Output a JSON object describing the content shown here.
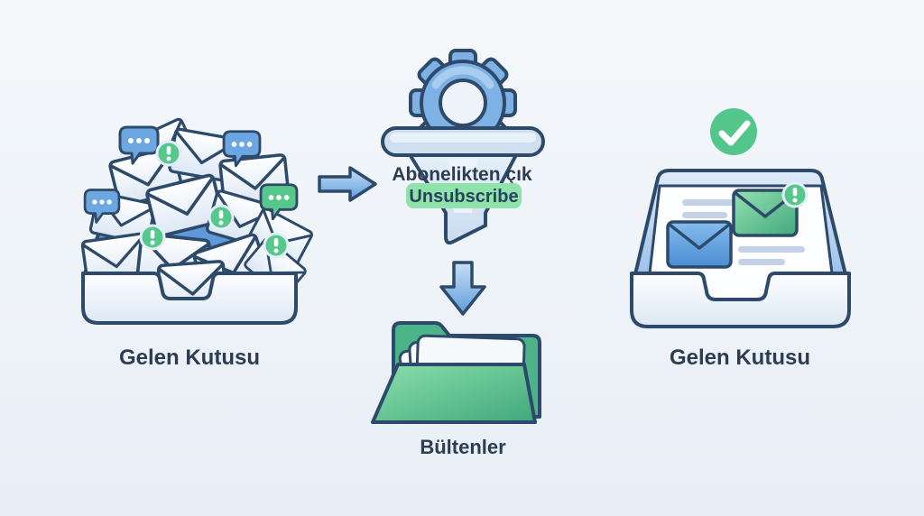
{
  "palette": {
    "outline": "#2e4a6b",
    "ink_text": "#2d3c52",
    "blue": "#79afe3",
    "light_blue": "#d9e6f4",
    "green": "#56c88c",
    "badge_green": "#90e2ab",
    "folder_green": "#4db389",
    "background": "#eff4f9"
  },
  "left_inbox": {
    "label": "Gelen Kutusu"
  },
  "filter": {
    "title": "Abonelikten çık",
    "badge_label": "Unsubscribe"
  },
  "folder": {
    "label": "Bültenler"
  },
  "right_inbox": {
    "label": "Gelen Kutusu"
  },
  "icons": {
    "left": [
      "inbox-tray-icon",
      "envelope-icon",
      "chat-bubble-icon",
      "alert-badge-icon"
    ],
    "center": [
      "arrow-right-icon",
      "gear-icon",
      "funnel-icon",
      "arrow-down-icon",
      "folder-icon"
    ],
    "right": [
      "check-icon",
      "inbox-tray-icon",
      "envelope-icon",
      "alert-badge-icon"
    ]
  }
}
